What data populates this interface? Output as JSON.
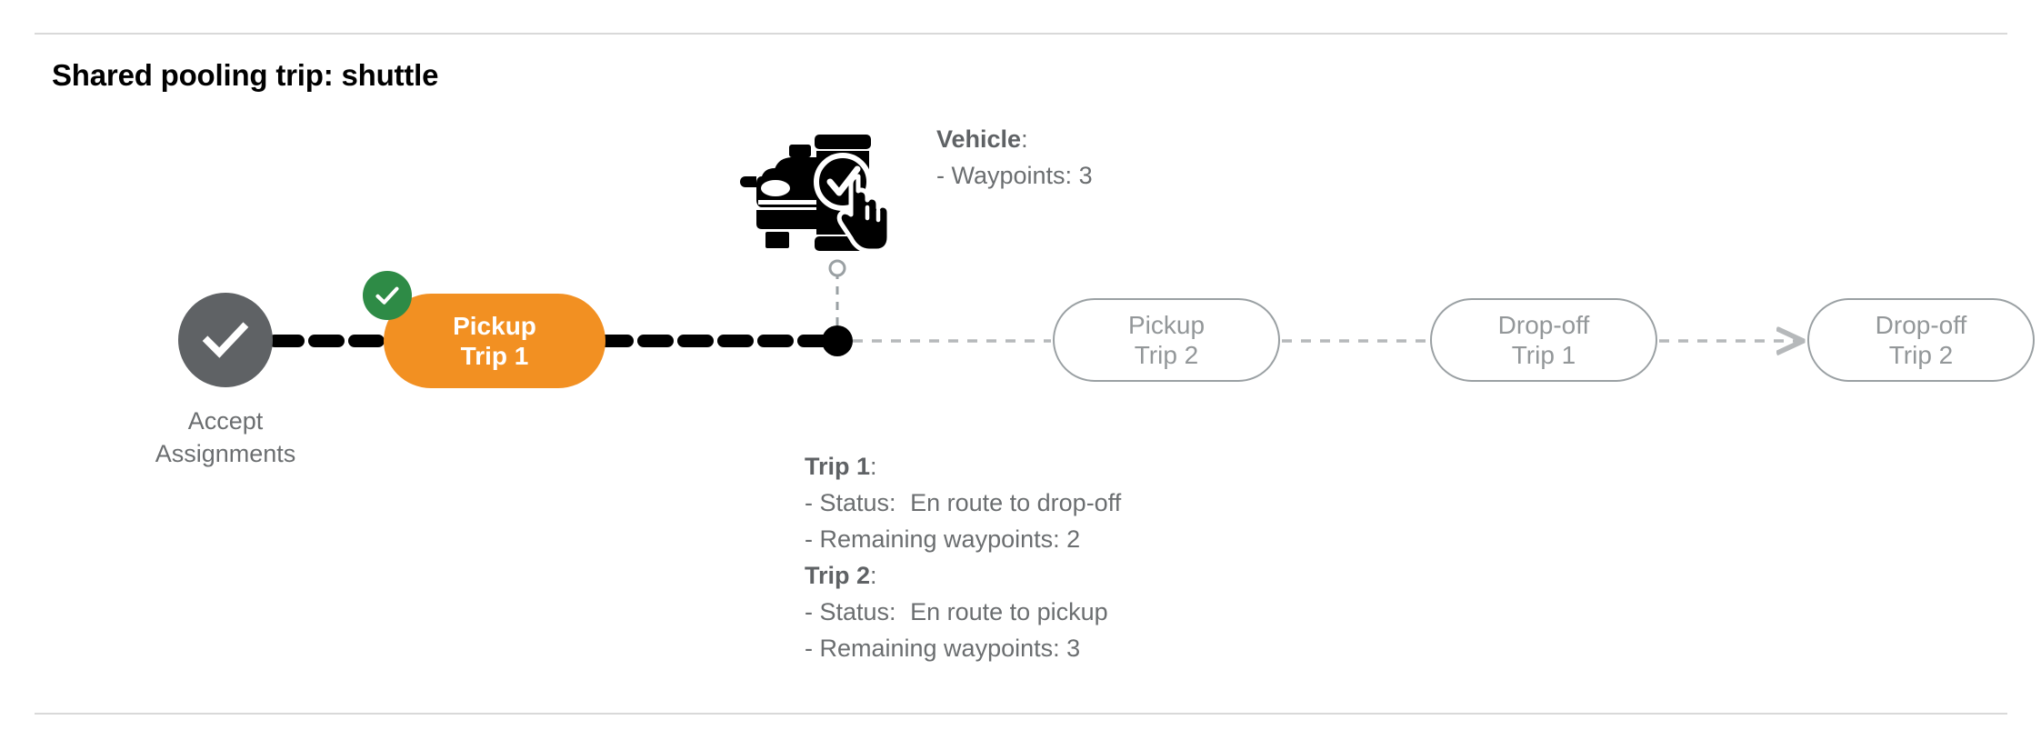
{
  "page": {
    "title": "Shared pooling trip: shuttle",
    "background": "#ffffff",
    "divider_color": "#d9d9d9"
  },
  "colors": {
    "active_node": "#f29022",
    "done_badge": "#2e8b46",
    "completed_node": "#5f6265",
    "idle_node_border": "#9aa0a3",
    "idle_node_text": "#939799",
    "body_text": "#6b6e70",
    "connector_active": "#000000",
    "connector_idle": "#b5b8ba"
  },
  "flow": {
    "start": {
      "icon": "check-circle-icon",
      "caption_line1": "Accept",
      "caption_line2": "Assignments"
    },
    "nodes": [
      {
        "id": "pickup-trip-1",
        "line1": "Pickup",
        "line2": "Trip 1",
        "state": "active",
        "badge": "completed-check"
      },
      {
        "id": "pickup-trip-2",
        "line1": "Pickup",
        "line2": "Trip 2",
        "state": "upcoming",
        "badge": null
      },
      {
        "id": "dropoff-trip-1",
        "line1": "Drop-off",
        "line2": "Trip 1",
        "state": "upcoming",
        "badge": null
      },
      {
        "id": "dropoff-trip-2",
        "line1": "Drop-off",
        "line2": "Trip 2",
        "state": "upcoming",
        "badge": null
      }
    ],
    "vehicle_marker": {
      "icon": "vehicle-app-check-icon",
      "position_dot": "filled-black-dot",
      "leader_endpoint": "hollow-circle"
    }
  },
  "vehicle_info": {
    "heading": "Vehicle",
    "heading_suffix": ":",
    "waypoints_label": "- Waypoints:",
    "waypoints_value": "3"
  },
  "trip_info": [
    {
      "heading": "Trip 1",
      "heading_suffix": ":",
      "status_label": "- Status:",
      "status_value": "En route to drop-off",
      "waypoints_label": "- Remaining waypoints:",
      "waypoints_value": "2"
    },
    {
      "heading": "Trip 2",
      "heading_suffix": ":",
      "status_label": "- Status:",
      "status_value": "En route to pickup",
      "waypoints_label": "- Remaining waypoints:",
      "waypoints_value": "3"
    }
  ]
}
